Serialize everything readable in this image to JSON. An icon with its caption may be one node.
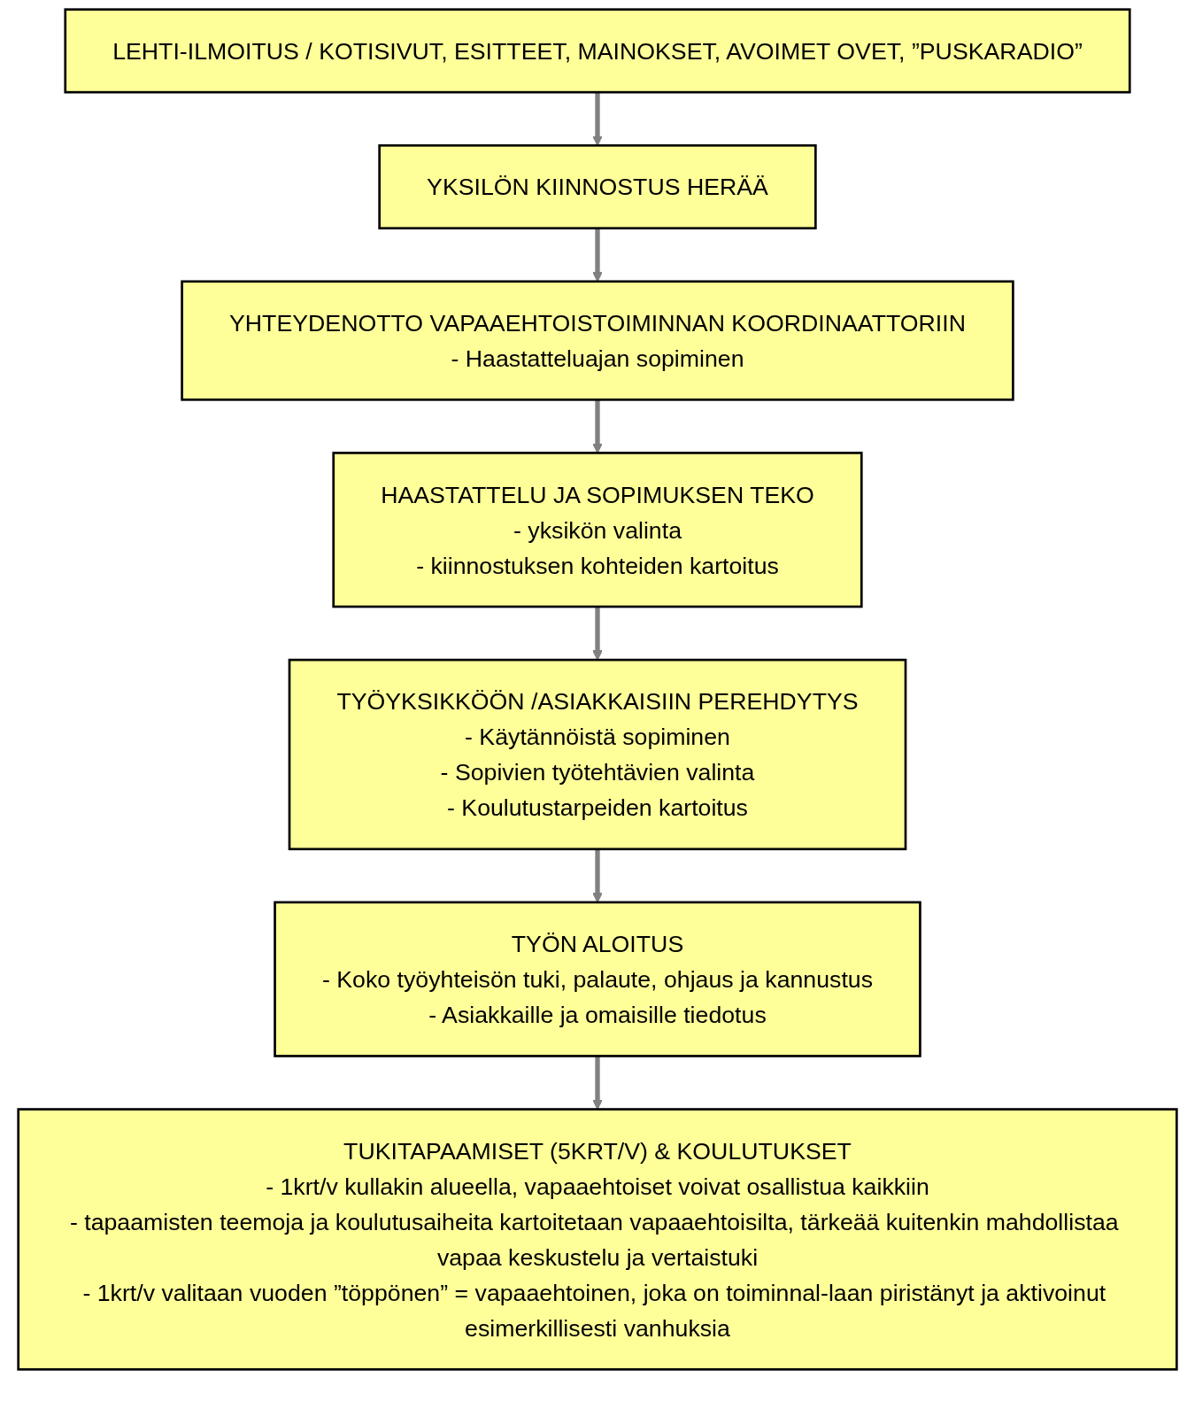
{
  "diagram": {
    "nodes": [
      {
        "text": [
          "LEHTI-ILMOITUS / KOTISIVUT, ESITTEET, MAINOKSET, AVOIMET OVET, ”PUSKARADIO”"
        ]
      },
      {
        "text": [
          "YKSILÖN KIINNOSTUS HERÄÄ"
        ]
      },
      {
        "text": [
          "YHTEYDENOTTO VAPAAEHTOISTOIMINNAN KOORDINAATTORIIN",
          "- Haastatteluajan sopiminen"
        ]
      },
      {
        "text": [
          "HAASTATTELU JA SOPIMUKSEN TEKO",
          "- yksikön valinta",
          "- kiinnostuksen kohteiden kartoitus"
        ]
      },
      {
        "text": [
          "TYÖYKSIKKÖÖN /ASIAKKAISIIN PEREHDYTYS",
          "- Käytännöistä sopiminen",
          "- Sopivien työtehtävien valinta",
          "- Koulutustarpeiden kartoitus"
        ]
      },
      {
        "text": [
          "TYÖN ALOITUS",
          "- Koko työyhteisön tuki, palaute, ohjaus ja kannustus",
          "- Asiakkaille ja omaisille tiedotus"
        ]
      },
      {
        "text": [
          "TUKITAPAAMISET (5KRT/V) & KOULUTUKSET",
          "- 1krt/v kullakin alueella, vapaaehtoiset voivat osallistua kaikkiin",
          "- tapaamisten teemoja ja koulutusaiheita kartoitetaan vapaaehtoisilta, tärkeää kuitenkin mahdollistaa vapaa keskustelu ja vertaistuki",
          "- 1krt/v valitaan vuoden ”töppönen” = vapaaehtoinen, joka on toiminnal-laan piristänyt ja aktivoinut esimerkillisesti vanhuksia"
        ]
      }
    ],
    "edges": [
      {
        "from": 0,
        "to": 1,
        "arrow": "to"
      },
      {
        "from": 1,
        "to": 2,
        "arrow": "to"
      },
      {
        "from": 2,
        "to": 3,
        "arrow": "to"
      },
      {
        "from": 3,
        "to": 4,
        "arrow": "to"
      },
      {
        "from": 4,
        "to": 5,
        "arrow": "to"
      },
      {
        "from": 5,
        "to": 6,
        "arrow": "to"
      }
    ]
  }
}
